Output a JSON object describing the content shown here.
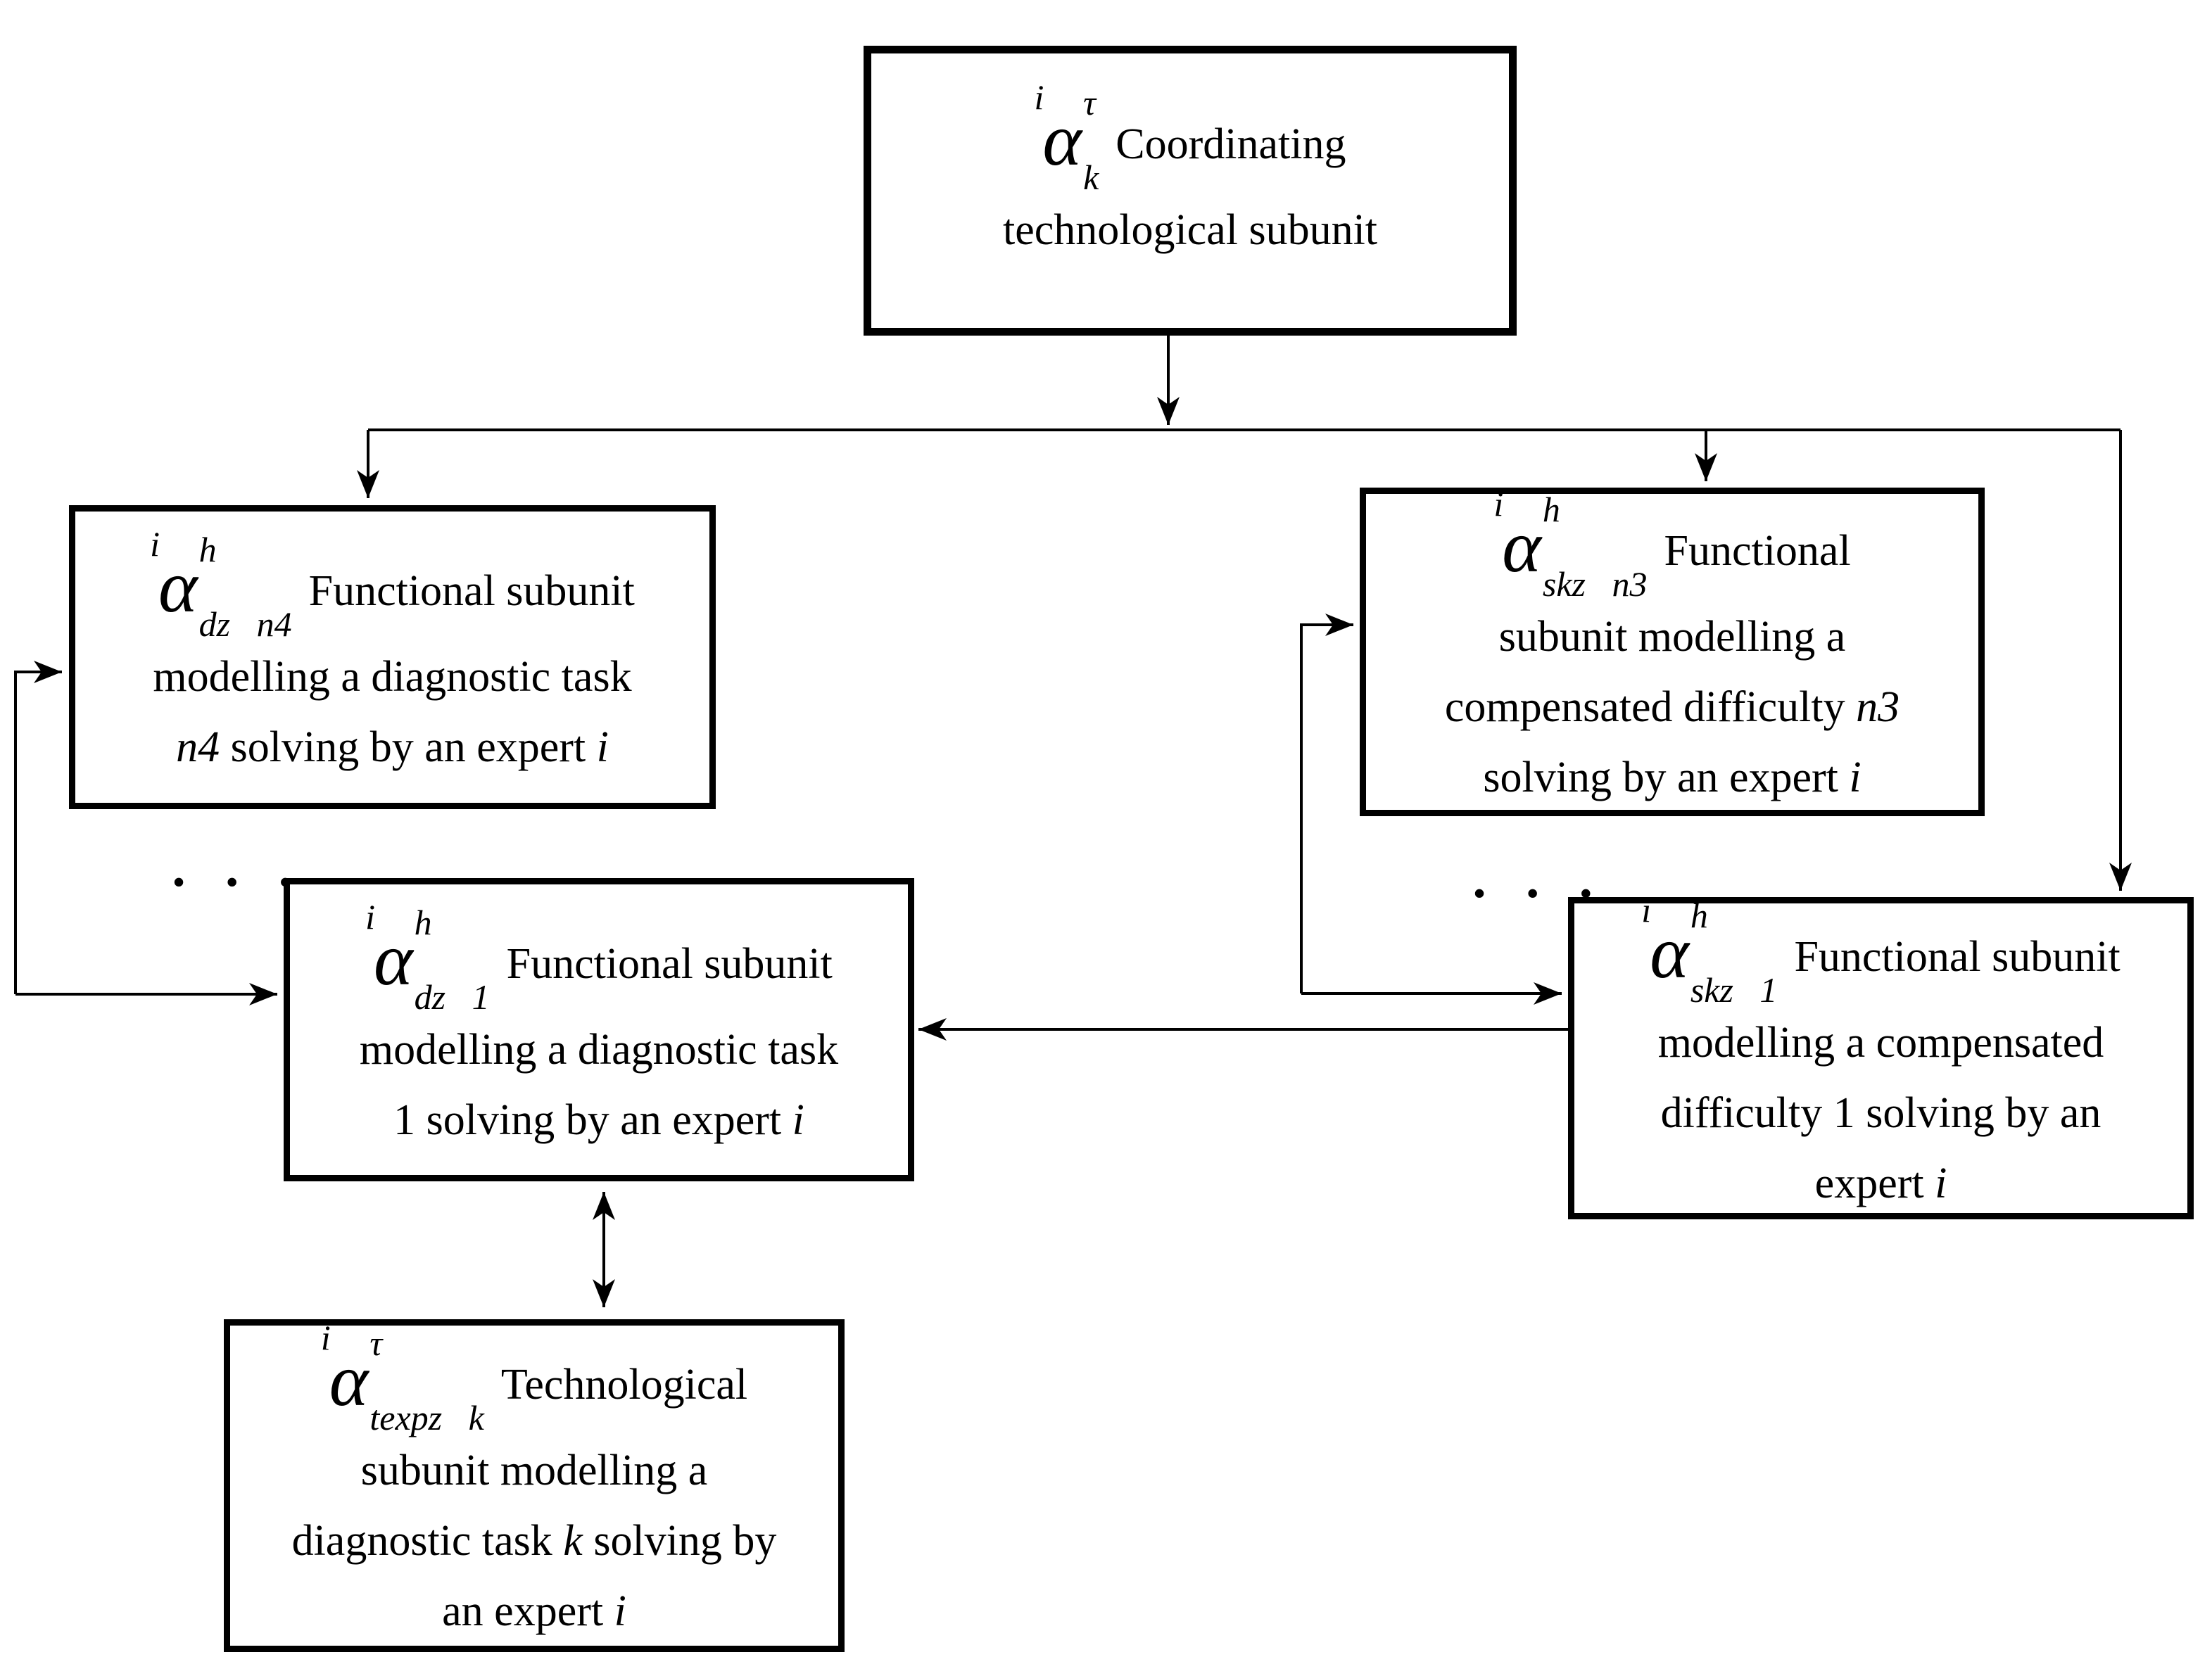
{
  "diagram": {
    "background_color": "#ffffff",
    "line_color": "#000000",
    "ellipsis_left": "• • •",
    "ellipsis_right": "• • •"
  },
  "boxes": [
    {
      "id": "coordinating",
      "formula": {
        "pre_sup": "i",
        "base": "α",
        "sup": "τ",
        "sub": "k"
      },
      "line1_rest": [
        {
          "t": "Coordinating"
        }
      ],
      "lines": [
        [
          {
            "t": "technological subunit"
          }
        ]
      ]
    },
    {
      "id": "dz-n4",
      "formula": {
        "pre_sup": "i",
        "base": "α",
        "sup": "h",
        "sub": "dz n4"
      },
      "line1_rest": [
        {
          "t": "Functional subunit"
        }
      ],
      "lines": [
        [
          {
            "t": "modelling a diagnostic task"
          }
        ],
        [
          {
            "t": "n4",
            "i": true
          },
          {
            "t": " solving by an expert "
          },
          {
            "t": "i",
            "i": true
          }
        ]
      ]
    },
    {
      "id": "skz-n3",
      "formula": {
        "pre_sup": "i",
        "base": "α",
        "sup": "h",
        "sub": "skz n3"
      },
      "line1_rest": [
        {
          "t": "Functional"
        }
      ],
      "lines": [
        [
          {
            "t": "subunit modelling a"
          }
        ],
        [
          {
            "t": "compensated difficulty "
          },
          {
            "t": "n3",
            "i": true
          }
        ],
        [
          {
            "t": "solving by an expert "
          },
          {
            "t": "i",
            "i": true
          }
        ]
      ]
    },
    {
      "id": "dz-1",
      "formula": {
        "pre_sup": "i",
        "base": "α",
        "sup": "h",
        "sub": "dz 1"
      },
      "line1_rest": [
        {
          "t": "Functional subunit"
        }
      ],
      "lines": [
        [
          {
            "t": "modelling a diagnostic task"
          }
        ],
        [
          {
            "t": "1 solving by an expert "
          },
          {
            "t": "i",
            "i": true
          }
        ]
      ]
    },
    {
      "id": "skz-1",
      "formula": {
        "pre_sup": "i",
        "base": "α",
        "sup": "h",
        "sub": "skz 1"
      },
      "line1_rest": [
        {
          "t": "Functional subunit"
        }
      ],
      "lines": [
        [
          {
            "t": "modelling a compensated"
          }
        ],
        [
          {
            "t": "difficulty 1 solving by an"
          }
        ],
        [
          {
            "t": "expert "
          },
          {
            "t": "i",
            "i": true
          }
        ]
      ]
    },
    {
      "id": "texpz-k",
      "formula": {
        "pre_sup": "i",
        "base": "α",
        "sup": "τ",
        "sub": "texpz k"
      },
      "line1_rest": [
        {
          "t": "Technological"
        }
      ],
      "lines": [
        [
          {
            "t": "subunit modelling a"
          }
        ],
        [
          {
            "t": "diagnostic task "
          },
          {
            "t": "k",
            "i": true
          },
          {
            "t": " solving by"
          }
        ],
        [
          {
            "t": "an expert "
          },
          {
            "t": "i",
            "i": true
          }
        ]
      ]
    }
  ]
}
